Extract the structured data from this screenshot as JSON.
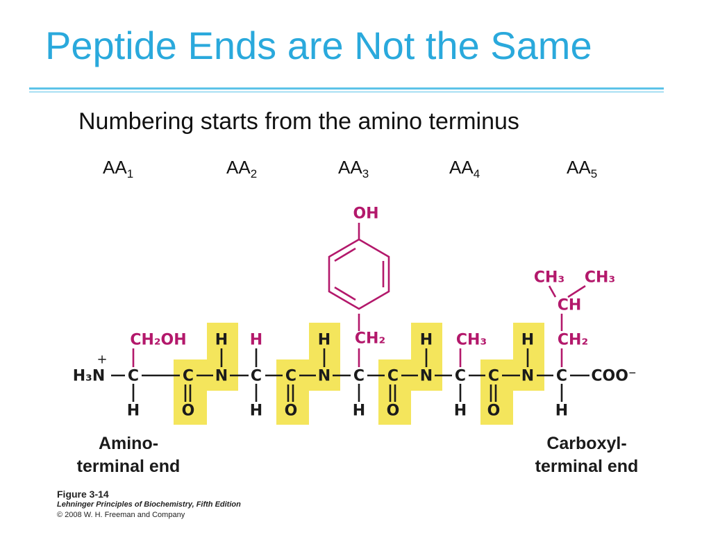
{
  "slide": {
    "title": "Peptide Ends are Not the Same",
    "subtitle": "Numbering starts from the amino terminus"
  },
  "residues": [
    {
      "label": "AA",
      "index": "1"
    },
    {
      "label": "AA",
      "index": "2"
    },
    {
      "label": "AA",
      "index": "3"
    },
    {
      "label": "AA",
      "index": "4"
    },
    {
      "label": "AA",
      "index": "5"
    }
  ],
  "structure": {
    "backbone_atoms": {
      "N": "N",
      "C": "C",
      "H": "H",
      "O": "O"
    },
    "amino_group": "H₃N",
    "plus_charge": "+",
    "carboxylate": "COO⁻",
    "side_chains": {
      "ser": "CH₂OH",
      "tyr_ch2": "CH₂",
      "tyr_oh": "OH",
      "ala": "CH₃",
      "ile_ch2": "CH₂",
      "ile_ch": "CH",
      "ile_ch3_a": "CH₃",
      "ile_ch3_b": "CH₃"
    },
    "colors": {
      "side_chain": "#b3186b",
      "peptide_bond_highlight": "#f4e55c",
      "backbone": "#1b1b1b"
    }
  },
  "labels": {
    "amino_end_line1": "Amino-",
    "amino_end_line2": "terminal end",
    "carboxyl_end_line1": "Carboxyl-",
    "carboxyl_end_line2": "terminal end"
  },
  "caption": {
    "figure": "Figure 3-14",
    "book": "Lehninger Principles of Biochemistry, Fifth Edition",
    "copyright": "© 2008 W. H. Freeman and Company"
  }
}
